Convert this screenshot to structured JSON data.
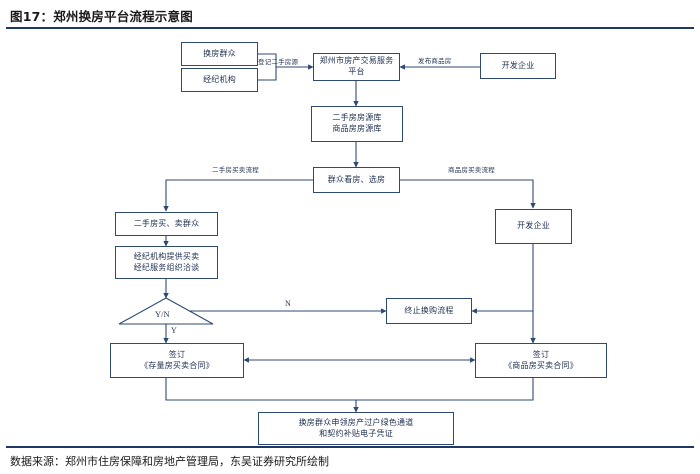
{
  "figure": {
    "title": "图17：郑州换房平台流程示意图",
    "source": "数据来源：郑州市住房保障和房地产管理局，东吴证券研究所绘制"
  },
  "colors": {
    "rule": "#1f3864",
    "box_border": "#2e4a72",
    "connector": "#2e4a72",
    "text": "#1f3050",
    "background": "#ffffff"
  },
  "diagram": {
    "type": "flowchart",
    "nodes": [
      {
        "id": "huanfang-qunzhong",
        "label": "换房群众",
        "shape": "rect"
      },
      {
        "id": "jingji-jigou",
        "label": "经纪机构",
        "shape": "rect"
      },
      {
        "id": "platform",
        "label": "郑州市房产交易服务平台",
        "shape": "rect"
      },
      {
        "id": "kaifa-qiye-top",
        "label": "开发企业",
        "shape": "rect"
      },
      {
        "id": "fangyuan-ku",
        "label": "二手房房源库\n商品房房源库",
        "shape": "rect"
      },
      {
        "id": "kanfang-xuanfang",
        "label": "群众看房、选房",
        "shape": "rect"
      },
      {
        "id": "ershoufang-qunzhong",
        "label": "二手房买、卖群众",
        "shape": "rect"
      },
      {
        "id": "jingji-fuwu",
        "label": "经纪机构提供买卖\n经纪服务组织洽谈",
        "shape": "rect"
      },
      {
        "id": "decision-yn",
        "label": "Y/N",
        "shape": "triangle"
      },
      {
        "id": "kaifa-qiye-right",
        "label": "开发企业",
        "shape": "rect"
      },
      {
        "id": "zhongzhi-liucheng",
        "label": "终止换购流程",
        "shape": "rect"
      },
      {
        "id": "cunliangfang-hetong",
        "label": "签订\n《存量房买卖合同》",
        "shape": "rect"
      },
      {
        "id": "shangpinfang-hetong",
        "label": "签订\n《商品房买卖合同》",
        "shape": "rect"
      },
      {
        "id": "lvse-tongdao",
        "label": "换房群众申领房产过户绿色通道\n和契约补贴电子凭证",
        "shape": "rect"
      }
    ],
    "edge_labels": {
      "register": "登记二手房源",
      "publish": "发布商品房",
      "secondhand_flow": "二手房买卖流程",
      "newhome_flow": "商品房买卖流程",
      "branch_no": "N",
      "branch_yes": "Y"
    }
  }
}
